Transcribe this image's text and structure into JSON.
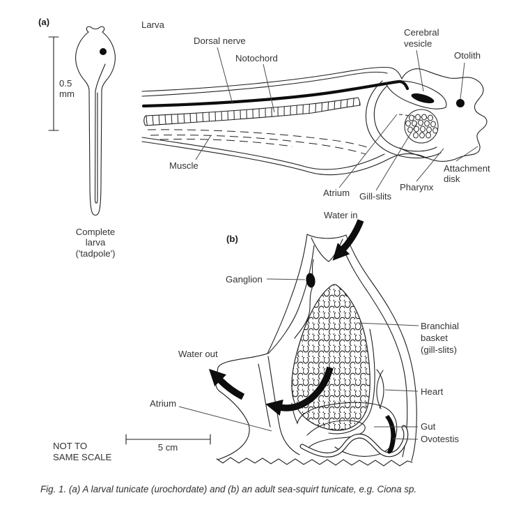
{
  "figure": {
    "panel_a": {
      "tag": "(a)",
      "heading": "Larva",
      "scale_bar": {
        "value_lines": [
          "0.5",
          "mm"
        ]
      },
      "labels": {
        "dorsal_nerve": "Dorsal nerve",
        "notochord": "Notochord",
        "muscle": "Muscle",
        "cerebral_vesicle": [
          "Cerebral",
          "vesicle"
        ],
        "otolith": "Otolith",
        "atrium": "Atrium",
        "gill_slits": "Gill-slits",
        "pharynx": "Pharynx",
        "attachment_disk": [
          "Attachment",
          "disk"
        ]
      },
      "drawing_caption_lines": [
        "Complete",
        "larva",
        "('tadpole')"
      ]
    },
    "panel_b": {
      "tag": "(b)",
      "labels": {
        "water_in": "Water in",
        "ganglion": "Ganglion",
        "branchial_basket": [
          "Branchial",
          "basket",
          "(gill-slits)"
        ],
        "water_out": "Water out",
        "heart": "Heart",
        "atrium": "Atrium",
        "gut": "Gut",
        "ovotestis": "Ovotestis"
      },
      "scale_bar": {
        "label": "5 cm"
      },
      "scale_note_lines": [
        "NOT TO",
        "SAME SCALE"
      ]
    },
    "caption": "Fig. 1. (a) A larval tunicate (urochordate) and (b) an adult sea-squirt tunicate, e.g. Ciona sp.",
    "colors": {
      "ink": "#1e1e1e",
      "label_text": "#333333",
      "background": "#ffffff"
    }
  }
}
